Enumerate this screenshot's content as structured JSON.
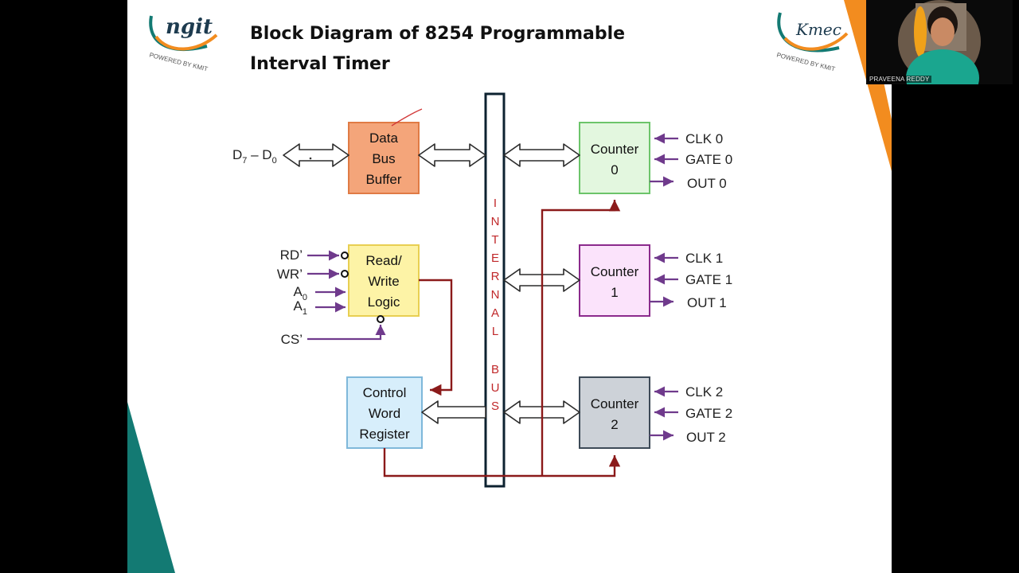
{
  "slide": {
    "title": "Block Diagram of 8254 Programmable Interval Timer",
    "logo_left": {
      "name": "ngit",
      "tagline": "POWERED BY KMIT"
    },
    "logo_right": {
      "name": "Kmec",
      "tagline": "POWERED BY KMIT"
    }
  },
  "diagram": {
    "data_bus_input": {
      "main": "D",
      "sub1": "7",
      "sep": " – D",
      "sub2": "0"
    },
    "blocks": {
      "data_bus_buffer": [
        "Data",
        "Bus",
        "Buffer"
      ],
      "read_write_logic": [
        "Read/",
        "Write",
        "Logic"
      ],
      "control_word_register": [
        "Control",
        "Word",
        "Register"
      ],
      "counter0": [
        "Counter",
        "0"
      ],
      "counter1": [
        "Counter",
        "1"
      ],
      "counter2": [
        "Counter",
        "2"
      ]
    },
    "internal_bus_letters": [
      "I",
      "N",
      "T",
      "E",
      "R",
      "N",
      "A",
      "L",
      "B",
      "U",
      "S"
    ],
    "rw_inputs": {
      "rd": "RD’",
      "wr": "WR’",
      "a0": {
        "main": "A",
        "sub": "0"
      },
      "a1": {
        "main": "A",
        "sub": "1"
      },
      "cs": "CS’"
    },
    "counter_signals": {
      "counter0": [
        "CLK 0",
        "GATE 0",
        "OUT 0"
      ],
      "counter1": [
        "CLK 1",
        "GATE 1",
        "OUT 1"
      ],
      "counter2": [
        "CLK 2",
        "GATE 2",
        "OUT 2"
      ]
    },
    "colors": {
      "data_bus_buffer": "#f4a57a",
      "read_write_logic": "#fdf3a6",
      "control_word_register": "#d7eefb",
      "counter0": "#e3f7df",
      "counter1": "#fbe3fb",
      "counter2": "#cdd2d8",
      "control_line": "#8b1a1a",
      "signal_arrow": "#6f3a8c",
      "bus_letters": "#c0282a"
    }
  },
  "webcam": {
    "speaker_name": "PRAVEENA REDDY"
  }
}
